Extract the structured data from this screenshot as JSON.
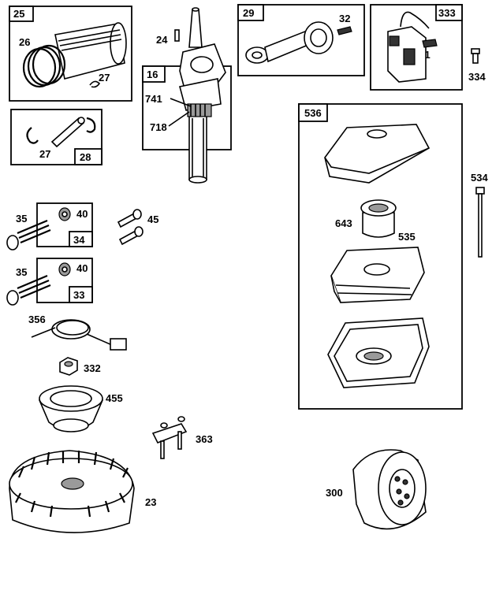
{
  "callouts": {
    "c25": "25",
    "c26": "26",
    "c27a": "27",
    "c24": "24",
    "c16": "16",
    "c741": "741",
    "c718": "718",
    "c29": "29",
    "c32": "32",
    "c333": "333",
    "c851": "851",
    "c334": "334",
    "c27b": "27",
    "c28": "28",
    "c536": "536",
    "c534": "534",
    "c643": "643",
    "c535": "535",
    "c35a": "35",
    "c40a": "40",
    "c34": "34",
    "c45": "45",
    "c35b": "35",
    "c40b": "40",
    "c33": "33",
    "c356": "356",
    "c332": "332",
    "c455": "455",
    "c363": "363",
    "c23": "23",
    "c300": "300"
  }
}
